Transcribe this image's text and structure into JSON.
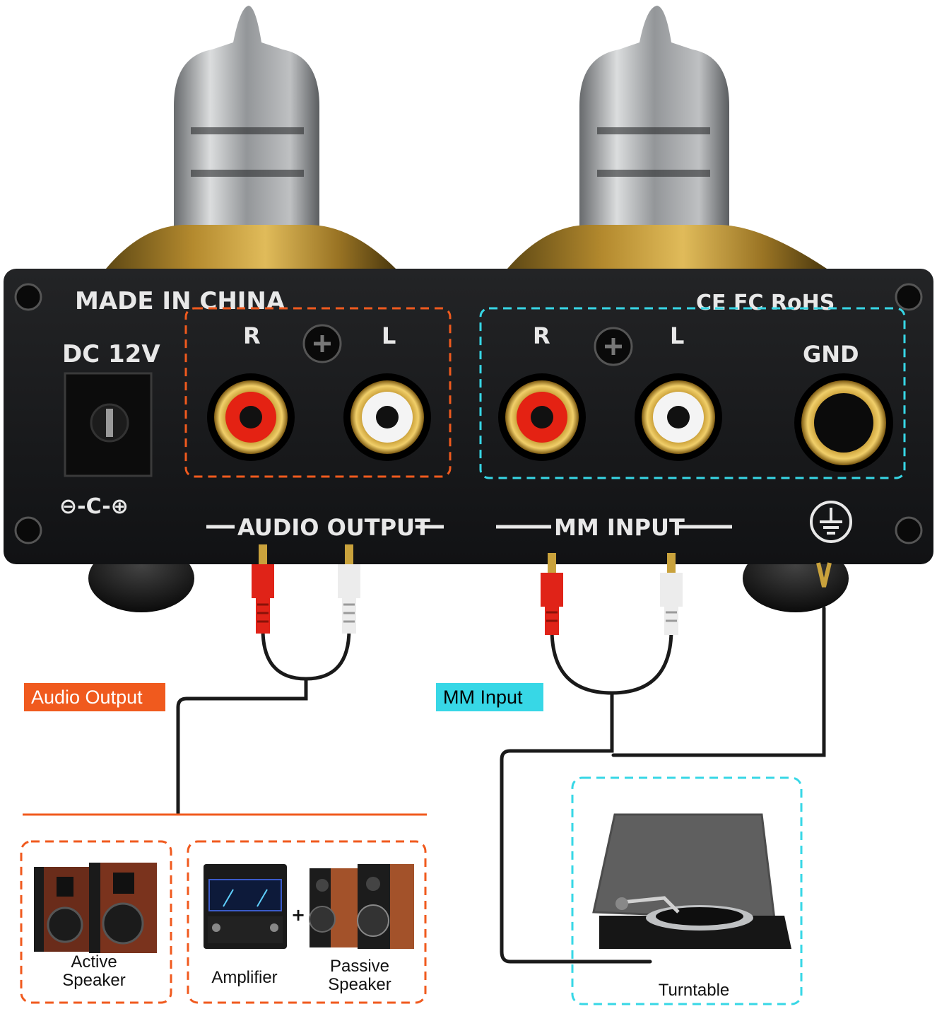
{
  "device": {
    "made_in": "MADE IN CHINA",
    "certifications": "CE FC RoHS",
    "dc_label": "DC 12V",
    "polarity_symbol": "⊖-C-⊕",
    "output_group": {
      "r": "R",
      "l": "L",
      "label": "AUDIO OUTPUT"
    },
    "input_group": {
      "r": "R",
      "l": "L",
      "label": "MM INPUT"
    },
    "gnd_label": "GND"
  },
  "tags": {
    "audio_output": "Audio Output",
    "mm_input": "MM Input"
  },
  "devices": {
    "active_speaker": "Active\nSpeaker",
    "amplifier": "Amplifier",
    "plus": "+",
    "passive_speaker": "Passive\nSpeaker",
    "turntable": "Turntable"
  },
  "colors": {
    "output_accent": "#f05a1e",
    "input_accent": "#37d7e6",
    "panel": "#18191b",
    "gold": "#c9a23c"
  }
}
